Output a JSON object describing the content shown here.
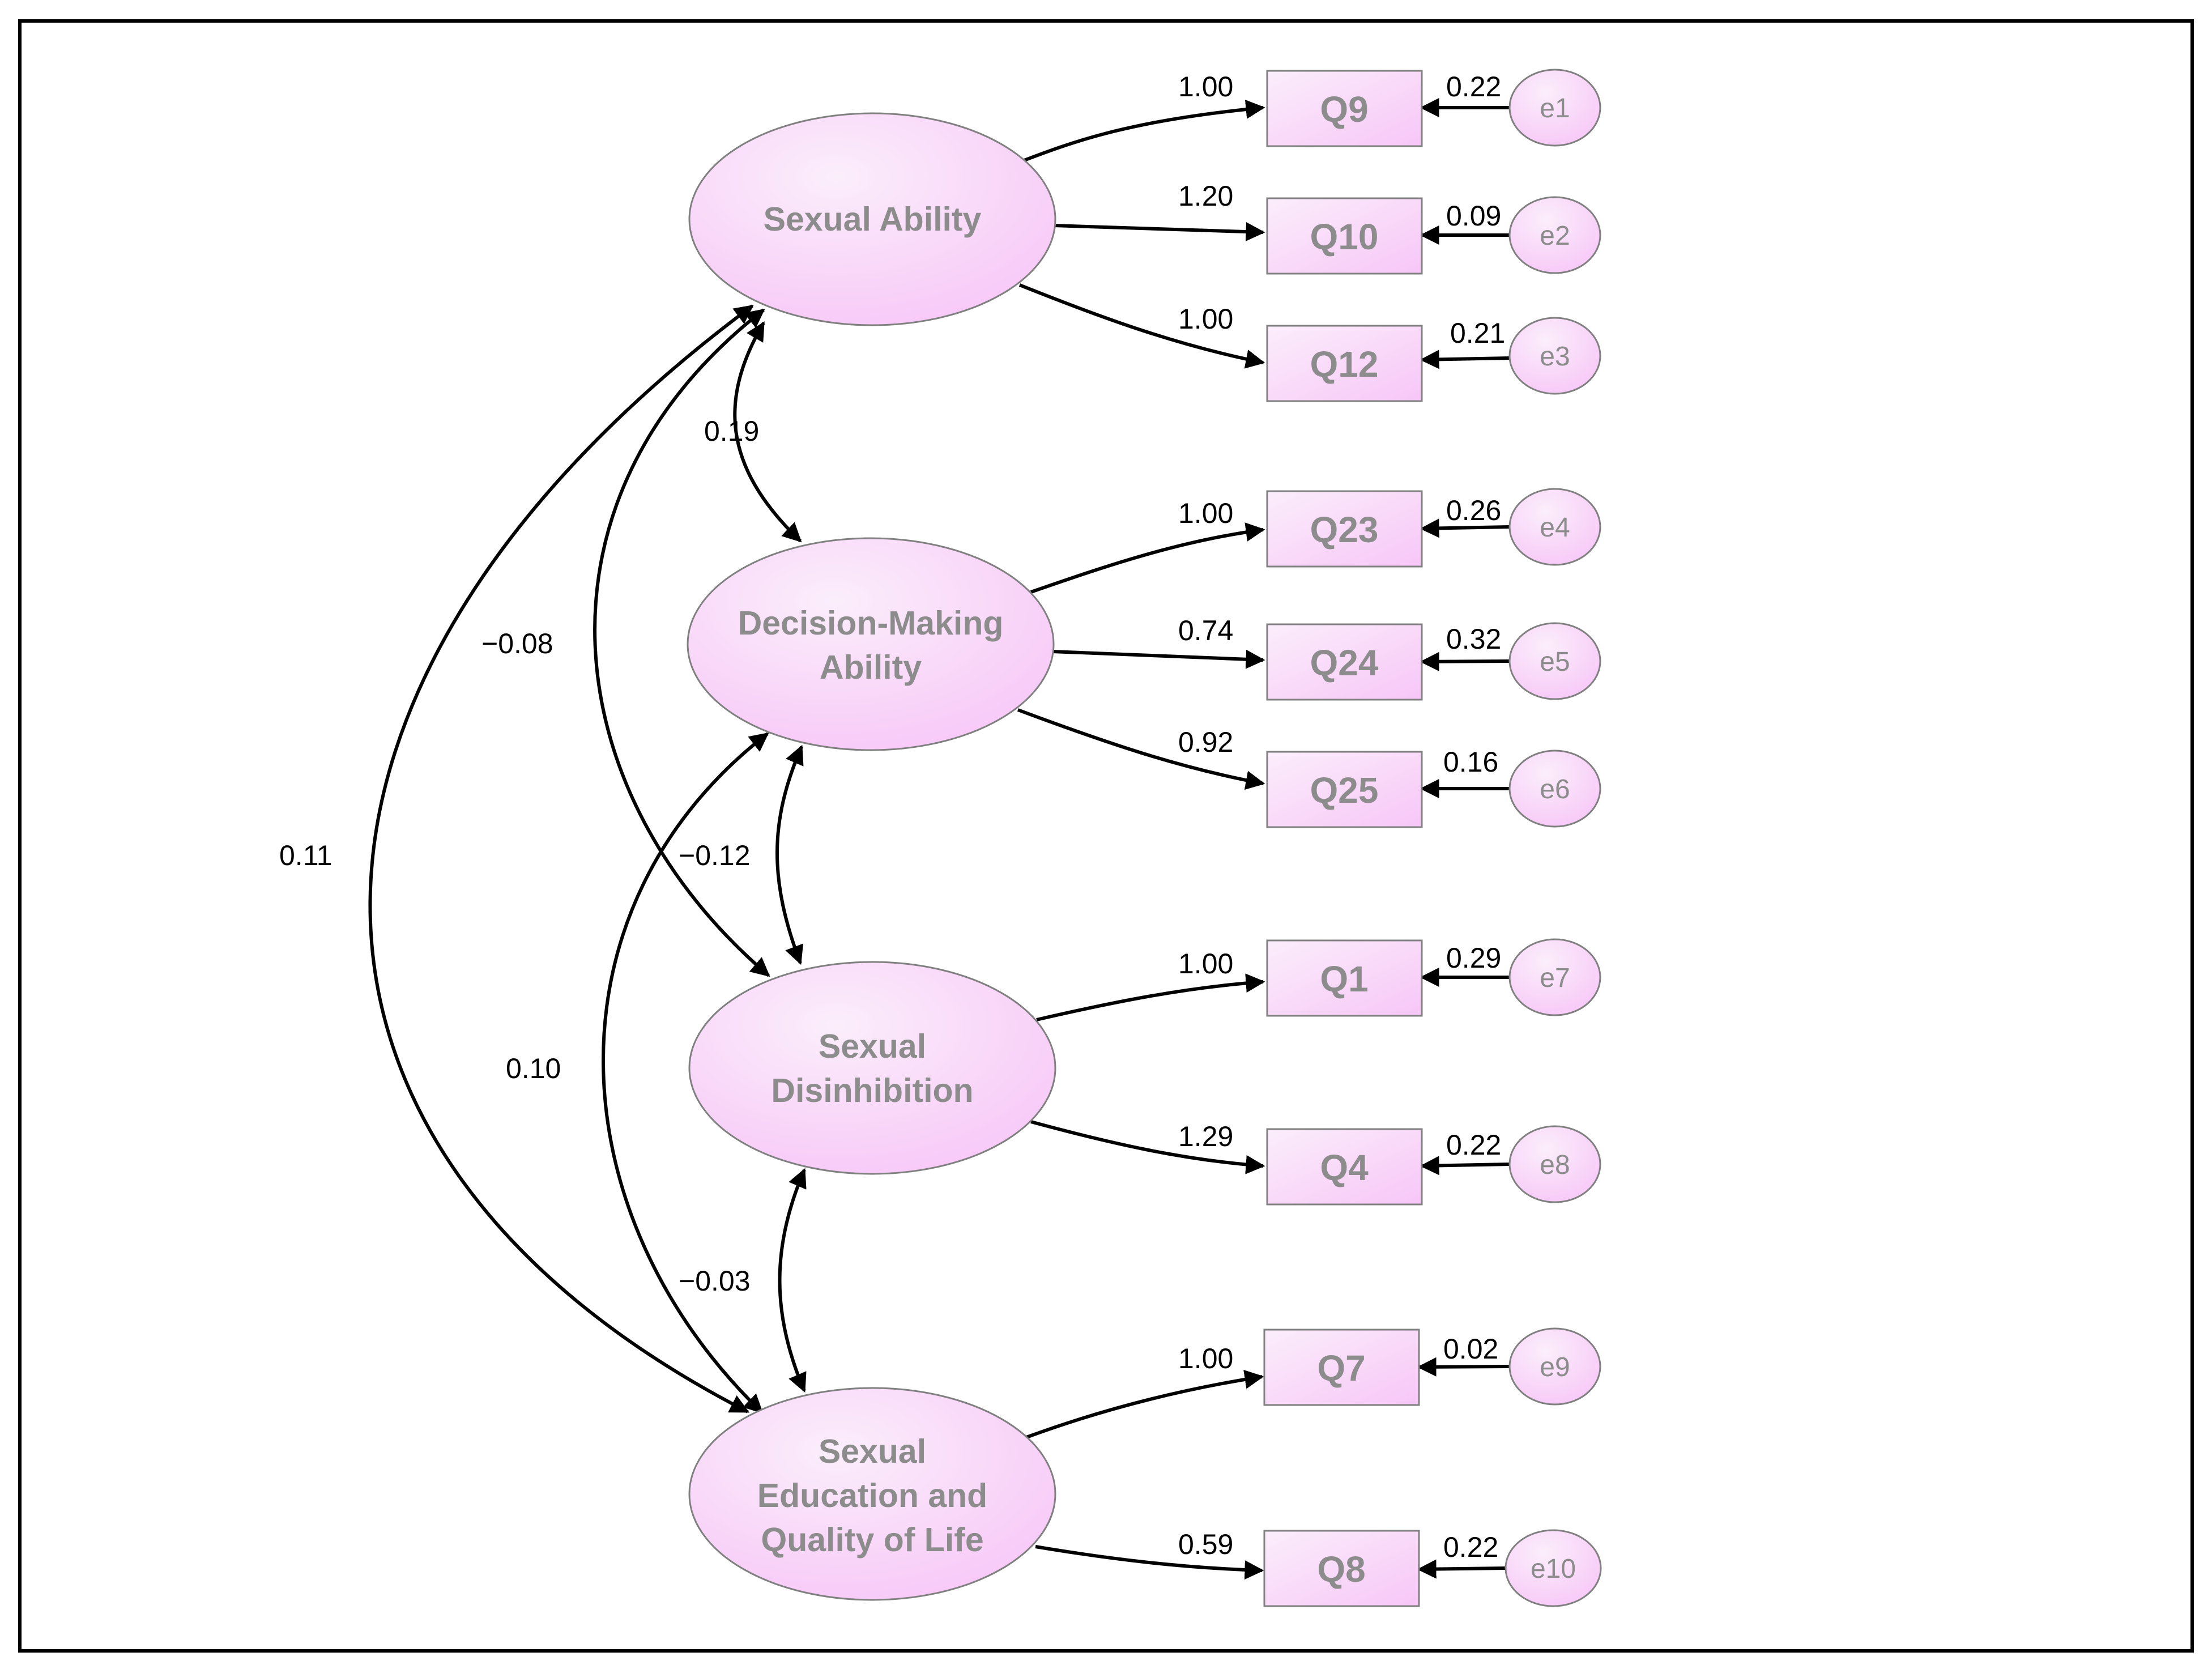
{
  "colors": {
    "node_fill_light": "#fbeefb",
    "node_fill_dark": "#f7c6f7",
    "node_stroke": "#808080",
    "line": "#000000",
    "label": "#8c8c8c"
  },
  "latents": [
    {
      "id": "SA",
      "lines": [
        "Sexual Ability"
      ]
    },
    {
      "id": "DMA",
      "lines": [
        "Decision-Making",
        "Ability"
      ]
    },
    {
      "id": "SD",
      "lines": [
        "Sexual",
        "Disinhibition"
      ]
    },
    {
      "id": "SEQ",
      "lines": [
        "Sexual",
        "Education and",
        "Quality of Life"
      ]
    }
  ],
  "indicators": [
    {
      "id": "Q9",
      "latent": "SA",
      "loading": "1.00",
      "error": "e1",
      "variance": "0.22"
    },
    {
      "id": "Q10",
      "latent": "SA",
      "loading": "1.20",
      "error": "e2",
      "variance": "0.09"
    },
    {
      "id": "Q12",
      "latent": "SA",
      "loading": "1.00",
      "error": "e3",
      "variance": "0.21"
    },
    {
      "id": "Q23",
      "latent": "DMA",
      "loading": "1.00",
      "error": "e4",
      "variance": "0.26"
    },
    {
      "id": "Q24",
      "latent": "DMA",
      "loading": "0.74",
      "error": "e5",
      "variance": "0.32"
    },
    {
      "id": "Q25",
      "latent": "DMA",
      "loading": "0.92",
      "error": "e6",
      "variance": "0.16"
    },
    {
      "id": "Q1",
      "latent": "SD",
      "loading": "1.00",
      "error": "e7",
      "variance": "0.29"
    },
    {
      "id": "Q4",
      "latent": "SD",
      "loading": "1.29",
      "error": "e8",
      "variance": "0.22"
    },
    {
      "id": "Q7",
      "latent": "SEQ",
      "loading": "1.00",
      "error": "e9",
      "variance": "0.02"
    },
    {
      "id": "Q8",
      "latent": "SEQ",
      "loading": "0.59",
      "error": "e10",
      "variance": "0.22"
    }
  ],
  "covariances": [
    {
      "from": "SA",
      "to": "DMA",
      "value": "0.19"
    },
    {
      "from": "SA",
      "to": "SD",
      "value": "−0.08"
    },
    {
      "from": "SA",
      "to": "SEQ",
      "value": "0.11"
    },
    {
      "from": "DMA",
      "to": "SD",
      "value": "−0.12"
    },
    {
      "from": "DMA",
      "to": "SEQ",
      "value": "0.10"
    },
    {
      "from": "SD",
      "to": "SEQ",
      "value": "−0.03"
    }
  ]
}
